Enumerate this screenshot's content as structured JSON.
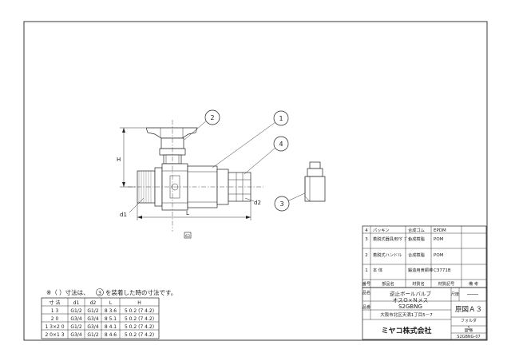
{
  "drawing": {
    "balloons": [
      "1",
      "2",
      "3",
      "4"
    ],
    "dims": {
      "h": "H",
      "l": "L",
      "d1": "d1",
      "d2": "d2"
    },
    "mark": "63"
  },
  "note": {
    "text": "※（ ）寸法は、",
    "circled": "3",
    "text2": "を装着した時の寸法です。"
  },
  "dim_table": {
    "headers": [
      "寸 法",
      "d1",
      "d2",
      "L",
      "H"
    ],
    "rows": [
      [
        "1 3",
        "G1/2",
        "G1/2",
        "8 3.6",
        "5 0.2 (7 4.2)"
      ],
      [
        "2 0",
        "G3/4",
        "G3/4",
        "8 5.1",
        "5 0.2 (7 4.2)"
      ],
      [
        "1 3×2 0",
        "G1/2",
        "G3/4",
        "8 4.1",
        "5 0.2 (7 4.2)"
      ],
      [
        "2 0×1 3",
        "G3/4",
        "G1/2",
        "8 4.6",
        "5 0.2 (7 4.2)"
      ]
    ]
  },
  "parts": {
    "rows": [
      {
        "no": "4",
        "name": "パッキン",
        "material": "合成ゴム",
        "mark": "EPDM",
        "note": ""
      },
      {
        "no": "3",
        "name": "着脱式器具用ｱﾀﾞﾌﾟﾀｰ",
        "material": "合成樹脂",
        "mark": "POM",
        "note": ""
      },
      {
        "no": "2",
        "name": "着脱式ハンドル",
        "material": "合成樹脂",
        "mark": "POM",
        "note": ""
      },
      {
        "no": "1",
        "name": "本 体",
        "material": "鍛造用黄銅棒",
        "mark": "C3771B",
        "note": ""
      }
    ],
    "headers": [
      "番号",
      "部品名",
      "材質名",
      "材質記号",
      "備 考"
    ]
  },
  "title_block": {
    "name_label": "品名",
    "name_line1": "逆止ボールバルブ",
    "name_line2": "オスＯ×Ｎメス",
    "scale_label": "尺度",
    "scale_value": "――",
    "model_label": "品番",
    "model": "S2GBNG",
    "paper": "原図Ａ３",
    "folder_label": "フォルダ",
    "folder_value": "1",
    "address": "大阪市北区天満1丁目5－7",
    "company": "ミヤコ株式会社",
    "drawing_no_label": "図 番",
    "drawing_no": "S2GBNG-07"
  }
}
